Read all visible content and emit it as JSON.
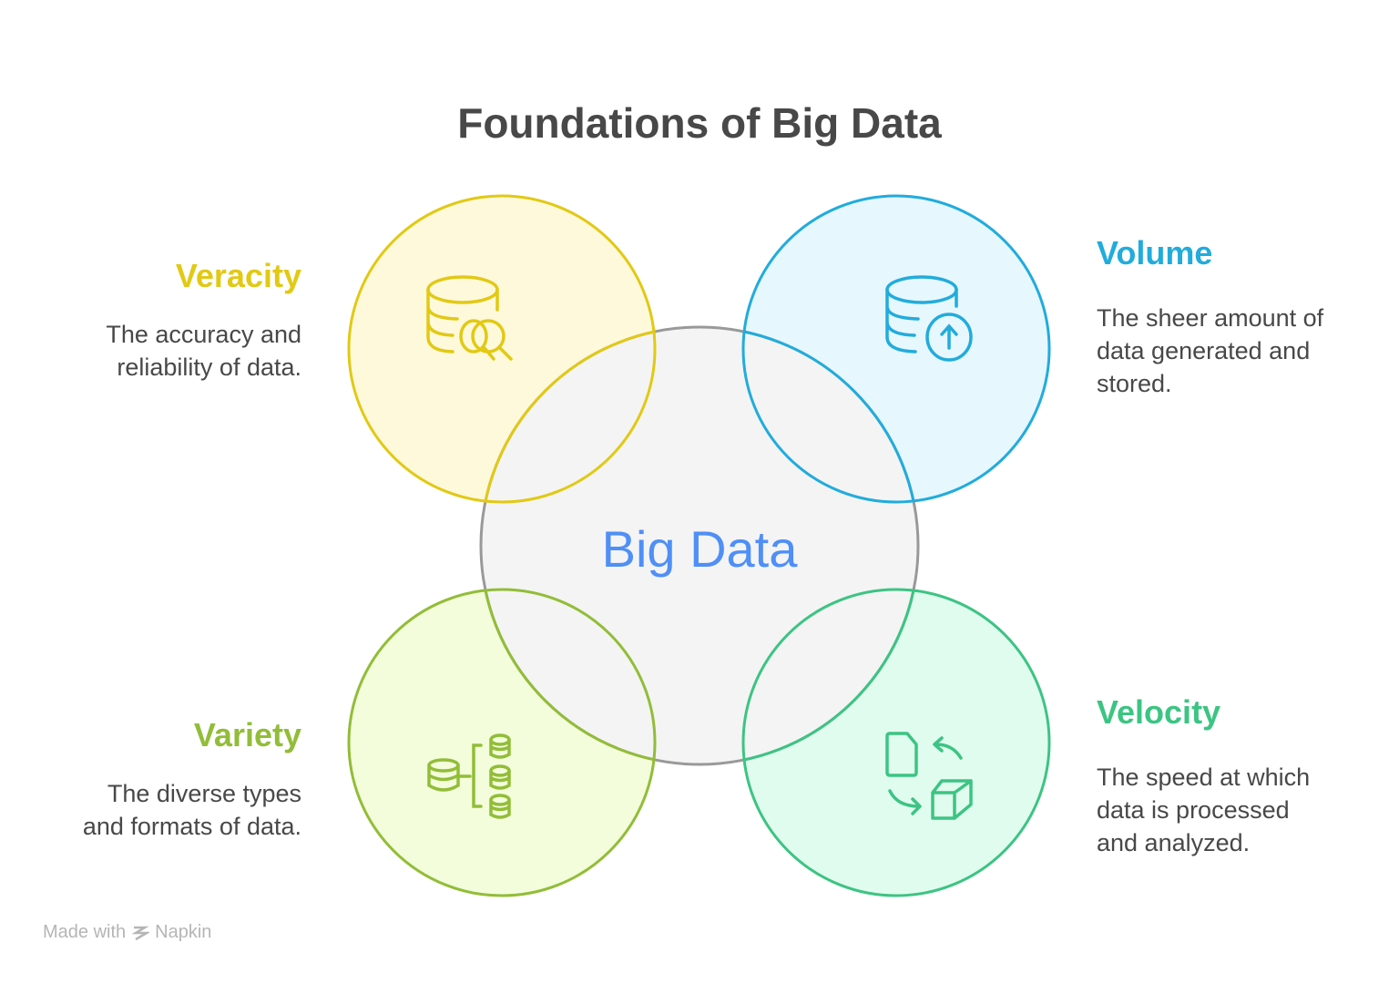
{
  "title": "Foundations of Big Data",
  "center_label": "Big Data",
  "items": [
    {
      "name": "Veracity",
      "description_lines": [
        "The accuracy and",
        "reliability of data."
      ],
      "color": "#e2c914",
      "fill": "#fef9db",
      "icon": "database-search-icon"
    },
    {
      "name": "Volume",
      "description_lines": [
        "The sheer amount of",
        "data generated and",
        "stored."
      ],
      "color": "#21acdc",
      "fill": "#e6f7fd",
      "icon": "database-upload-icon"
    },
    {
      "name": "Variety",
      "description_lines": [
        "The diverse types",
        "and formats of data."
      ],
      "color": "#92bd38",
      "fill": "#f3fddb",
      "icon": "database-tree-icon"
    },
    {
      "name": "Velocity",
      "description_lines": [
        "The speed at which",
        "data is processed",
        "and analyzed."
      ],
      "color": "#3cc483",
      "fill": "#e0fcef",
      "icon": "file-cube-transfer-icon"
    }
  ],
  "footer": {
    "prefix": "Made with",
    "brand": "Napkin"
  }
}
